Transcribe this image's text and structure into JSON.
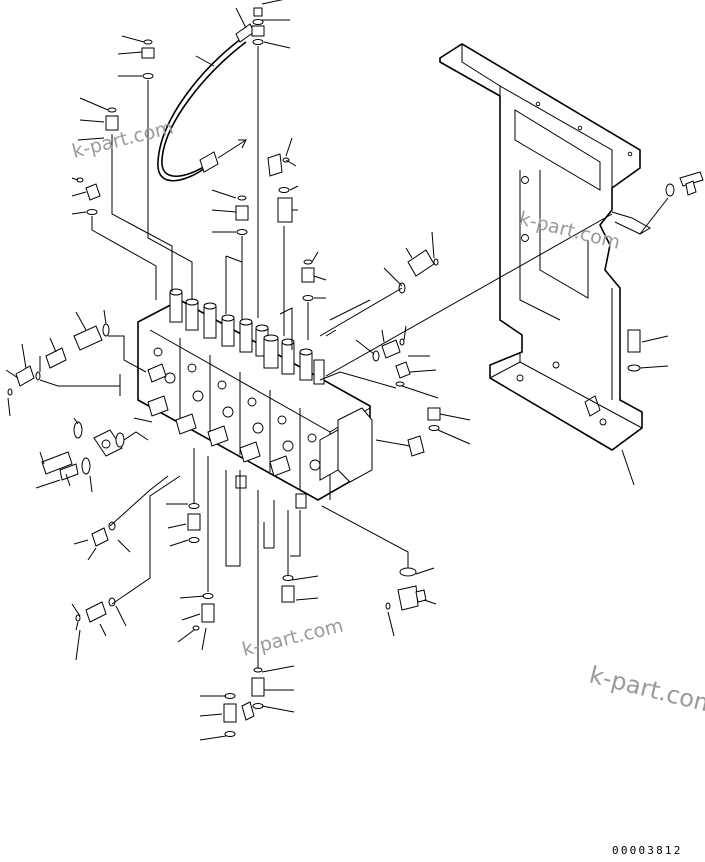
{
  "watermarks": [
    "k-part.com",
    "k-part.com",
    "k-part.com",
    "k-part.com"
  ],
  "drawing_code": "00003812"
}
